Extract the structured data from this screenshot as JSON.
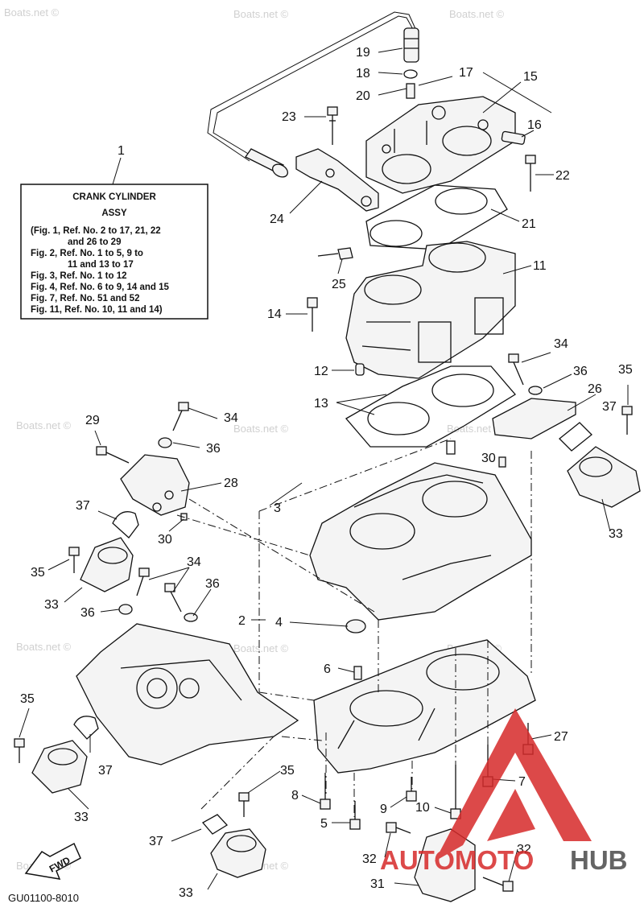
{
  "legend": {
    "callout": "1",
    "title": "CRANK CYLINDER",
    "subtitle": "ASSY",
    "lines": [
      "(Fig. 1, Ref. No. 2 to 17, 21, 22",
      "and 26 to 29",
      "Fig. 2, Ref. No. 1 to 5, 9 to",
      "11 and 13 to 17",
      "Fig. 3, Ref. No. 1 to 12",
      "Fig. 4, Ref. No. 6 to 9, 14 and 15",
      "Fig. 7, Ref. No. 51 and 52",
      "Fig. 11, Ref. No. 10, 11 and 14)"
    ]
  },
  "callouts": [
    "19",
    "18",
    "20",
    "17",
    "15",
    "23",
    "16",
    "22",
    "24",
    "21",
    "25",
    "11",
    "14",
    "12",
    "13",
    "34",
    "36",
    "26",
    "35",
    "29",
    "34",
    "36",
    "28",
    "37",
    "30",
    "3",
    "37",
    "30",
    "33",
    "35",
    "33",
    "34",
    "36",
    "2",
    "4",
    "36",
    "6",
    "35",
    "27",
    "7",
    "37",
    "33",
    "35",
    "8",
    "9",
    "10",
    "5",
    "37",
    "32",
    "32",
    "33",
    "31"
  ],
  "fwd_label": "FWD",
  "diagram_code": "GU01100-8010",
  "watermark": "Boats.net ©",
  "brand_logo": {
    "text_red": "AUTOMOTO",
    "text_dark": "HUB",
    "color_red": "#d62a2a",
    "color_dark": "#4a4a4a"
  }
}
